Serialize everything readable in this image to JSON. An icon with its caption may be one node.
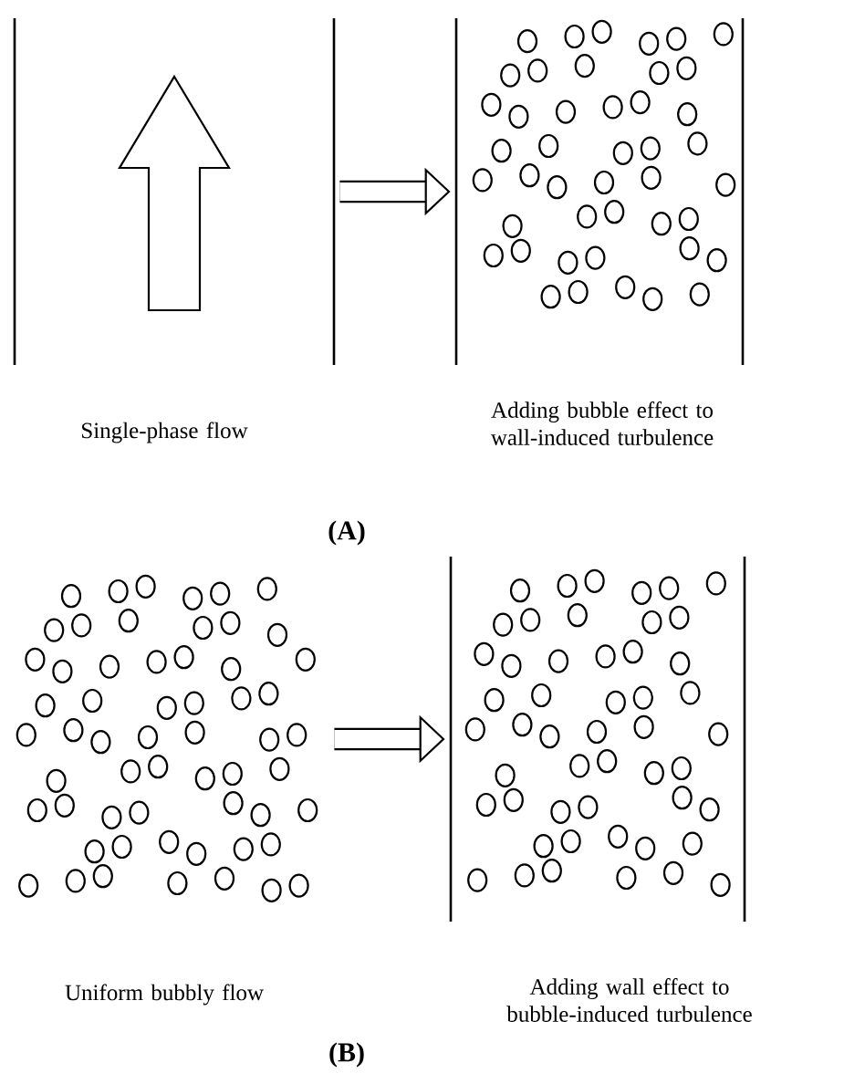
{
  "diagram": {
    "nodes": [
      {
        "text": [],
        "shape": "picture",
        "beside": [
          "Single-phase flow"
        ]
      },
      {
        "text": [],
        "shape": "picture",
        "beside": [
          "Adding bubble effect to wall-induced turbulence"
        ]
      },
      {
        "text": [],
        "shape": "picture",
        "beside": [
          "Uniform bubbly flow"
        ]
      },
      {
        "text": [],
        "shape": "picture",
        "beside": [
          "Adding wall effect to bubble-induced turbulence"
        ]
      }
    ],
    "edges": [
      {
        "from": 0,
        "to": 1,
        "arrow": "to"
      },
      {
        "from": 2,
        "to": 3,
        "arrow": "to"
      }
    ],
    "labels": [
      "(A)",
      "(B)"
    ]
  }
}
